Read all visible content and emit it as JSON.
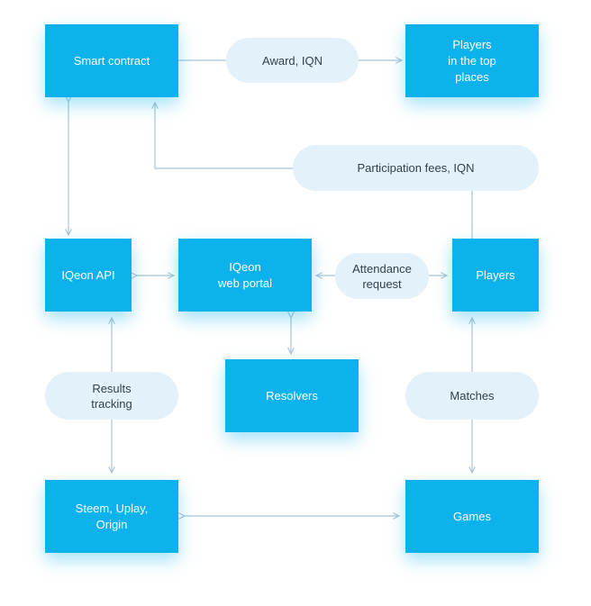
{
  "diagram": {
    "nodes": {
      "smart_contract": "Smart contract",
      "players_top": "Players\nin the top\nplaces",
      "iqeon_api": "IQeon API",
      "web_portal": "IQeon\nweb portal",
      "players": "Players",
      "resolvers": "Resolvers",
      "steem": "Steem, Uplay,\nOrigin",
      "games": "Games"
    },
    "edge_labels": {
      "award": "Award, IQN",
      "participation": "Participation fees, IQN",
      "attendance": "Attendance\nrequest",
      "results": "Results\ntracking",
      "matches": "Matches"
    },
    "colors": {
      "box": "#0cb2ec",
      "pill": "#e3f1fa",
      "line": "#a8c4d6"
    }
  }
}
